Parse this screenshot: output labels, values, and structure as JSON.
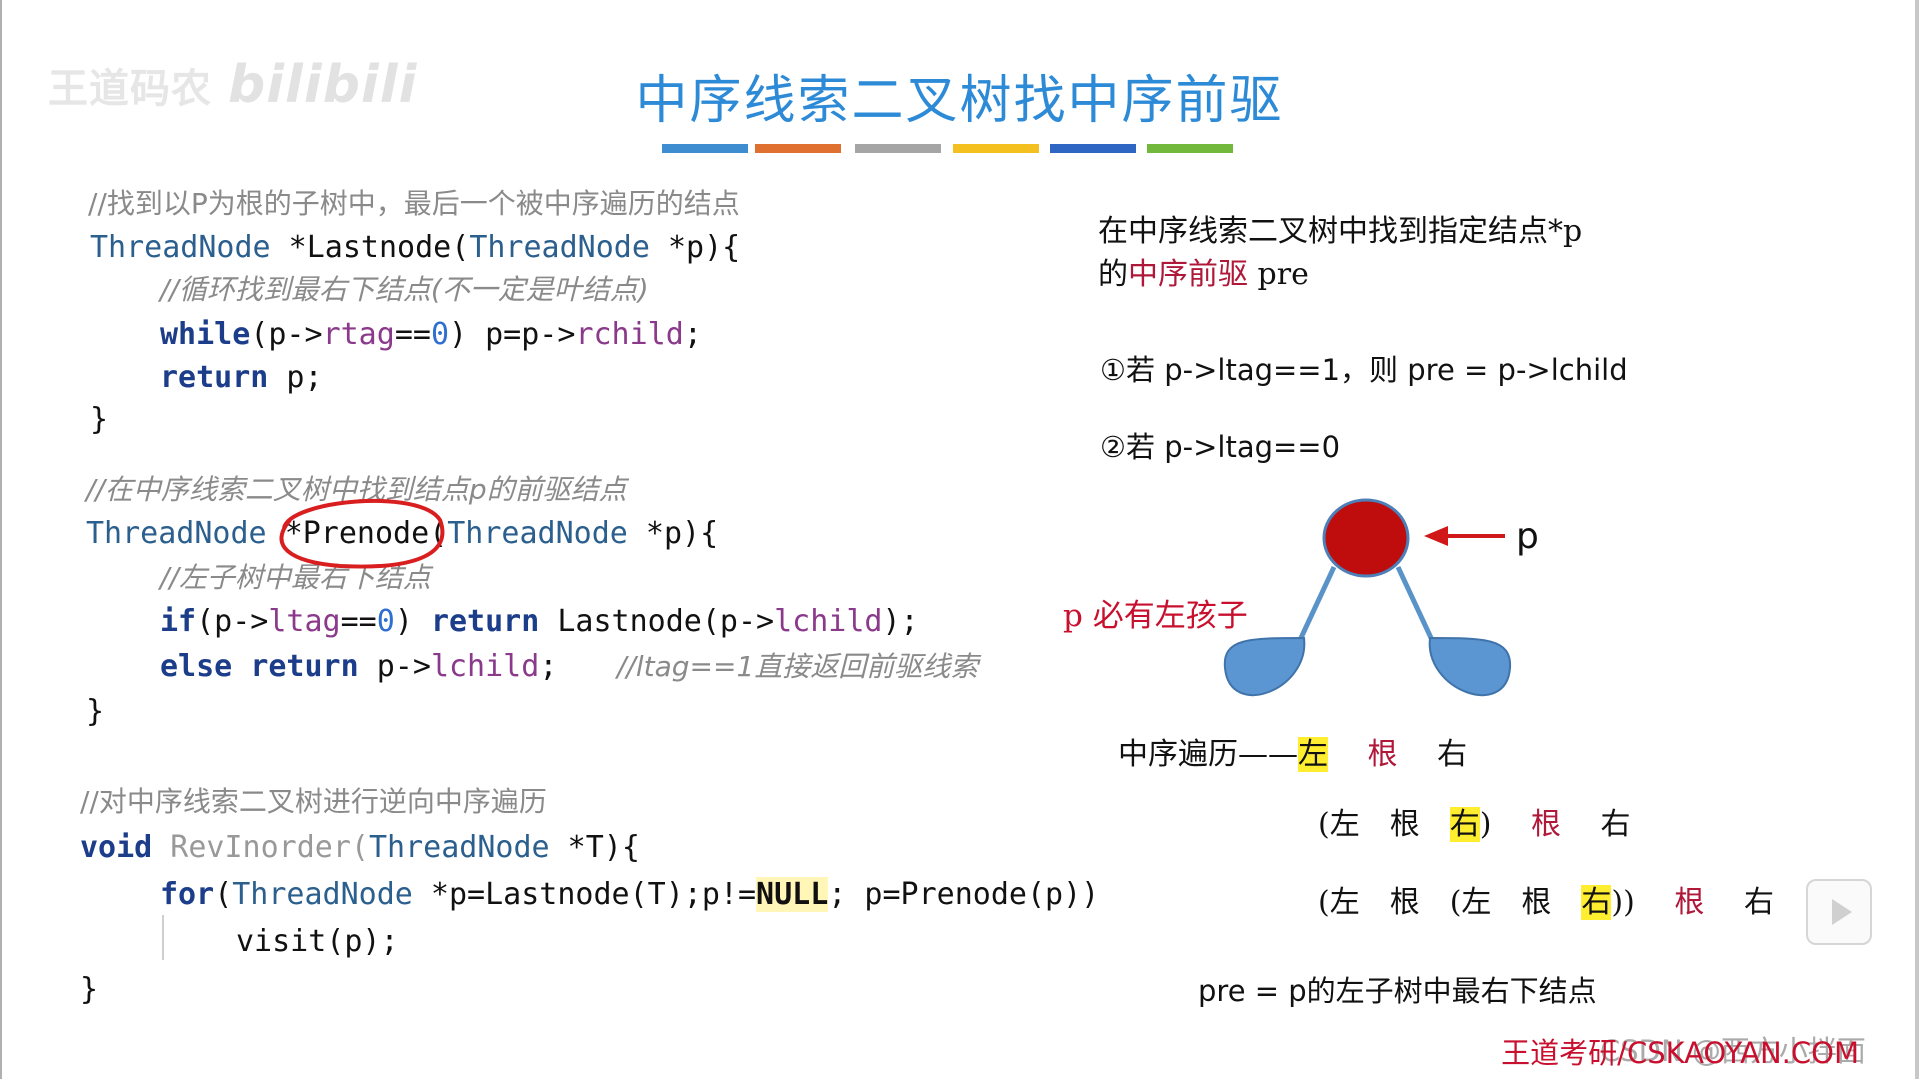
{
  "watermark": {
    "text": "王道码农",
    "brand": "bilibili"
  },
  "title": "中序线索二叉树找中序前驱",
  "colors": [
    "#3d8dd0",
    "#e07030",
    "#a5a5a5",
    "#f4c020",
    "#2f66c4",
    "#72b83c"
  ],
  "code": {
    "c1": "//找到以P为根的子树中，最后一个被中序遍历的结点",
    "l1": {
      "type": "ThreadNode",
      "rest1": " *Lastnode(",
      "type2": "ThreadNode",
      "rest2": " *p){"
    },
    "c2": "//循环找到最右下结点(不一定是叶结点)",
    "l2": {
      "kw": "while",
      "a": "(p->",
      "f1": "rtag",
      "b": "==",
      "n": "0",
      "c": ") p=p->",
      "f2": "rchild",
      "d": ";"
    },
    "l3": {
      "kw": "return",
      "rest": " p;"
    },
    "l4": "}",
    "c3": "//在中序线索二叉树中找到结点p的前驱结点",
    "l5": {
      "type": "ThreadNode",
      "name": "*Prenode",
      "p": "(",
      "type2": "ThreadNode",
      "rest": " *p){"
    },
    "c4": "//左子树中最右下结点",
    "l6": {
      "kw": "if",
      "a": "(p->",
      "f1": "ltag",
      "b": "==",
      "n": "0",
      "c": ") ",
      "kw2": "return",
      "d": " Lastnode(p->",
      "f2": "lchild",
      "e": ");"
    },
    "l7": {
      "kw": "else",
      "kw2": "return",
      "a": " p->",
      "f": "lchild",
      "b": ";",
      "cmt": "//ltag==1直接返回前驱线索"
    },
    "l8": "}",
    "c5": "//对中序线索二叉树进行逆向中序遍历",
    "l9": {
      "kw": "void",
      "name": " RevInorder(",
      "type": "ThreadNode",
      "rest": " *T){"
    },
    "l10": {
      "kw": "for",
      "a": "(",
      "type": "ThreadNode",
      "b": " *p=Lastnode(T);p!=",
      "null": "NULL",
      "c": "; p=Prenode(p))"
    },
    "l11": "visit(p);",
    "l12": "}"
  },
  "right": {
    "desc1": "在中序线索二叉树中找到指定结点*p",
    "desc2a": "的",
    "desc2b": "中序前驱",
    "desc2c": " pre",
    "rule1": "①若 p->ltag==1，则 pre = p->lchild",
    "rule2": "②若 p->ltag==0",
    "p_label": "p",
    "child_label": "p 必有左孩子",
    "row1": {
      "a": "中序遍历——",
      "left": "左",
      "root": "根",
      "right": "右"
    },
    "row2": {
      "open": "(左　根　",
      "hl": "右",
      "close": ")",
      "root": "根",
      "right": "右"
    },
    "row3": {
      "open": "(左　根　(左　根　",
      "hl": "右",
      "close": "))",
      "root": "根",
      "right": "右"
    },
    "conclusion": "pre = p的左子树中最右下结点"
  },
  "footer": {
    "site": "王道考研/CSKAOYAN.COM",
    "ghost": "CSDN @西方小拌面"
  }
}
